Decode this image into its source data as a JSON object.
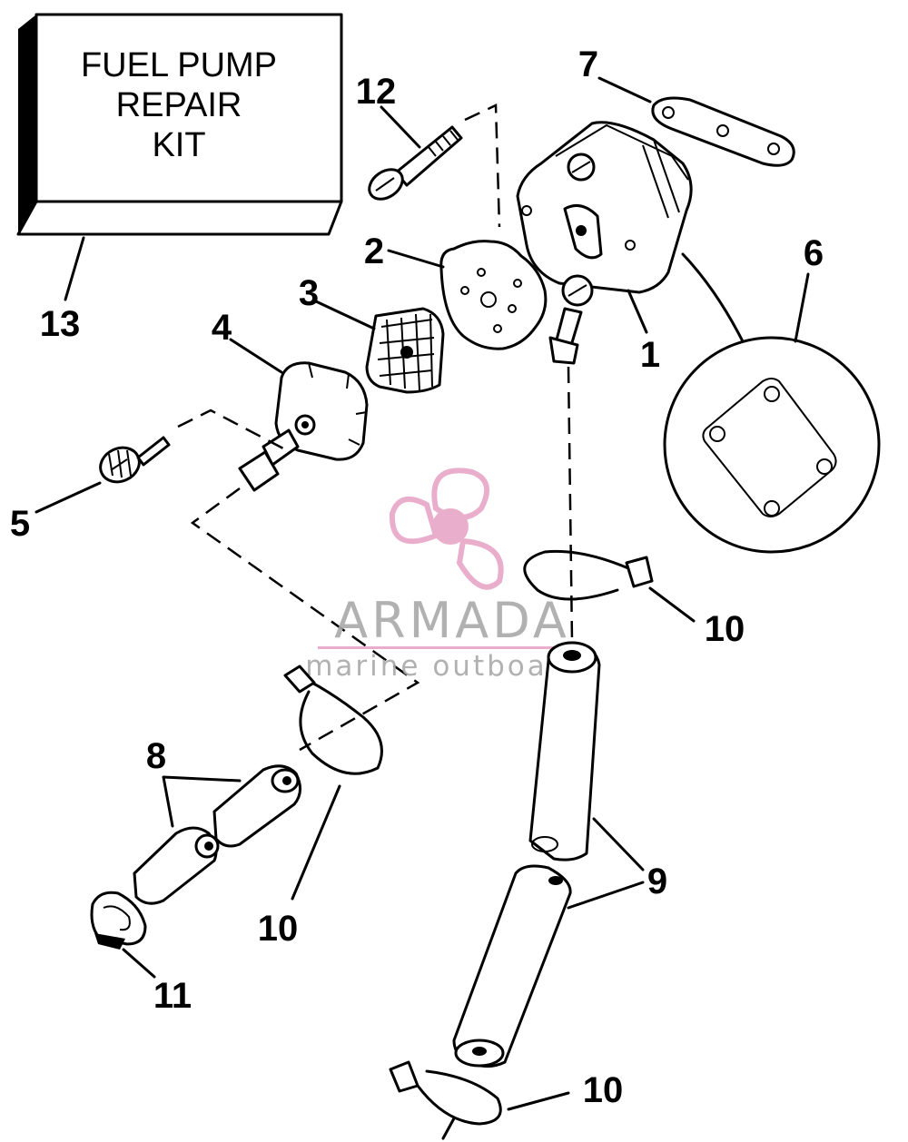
{
  "kit_box": {
    "line1": "FUEL PUMP",
    "line2": "REPAIR",
    "line3": "KIT"
  },
  "labels": {
    "p1": "1",
    "p2": "2",
    "p3": "3",
    "p4": "4",
    "p5": "5",
    "p6": "6",
    "p7": "7",
    "p8": "8",
    "p9": "9",
    "p10a": "10",
    "p10b": "10",
    "p10c": "10",
    "p11": "11",
    "p12": "12",
    "p13": "13"
  },
  "watermark": {
    "brand": "ARMADA",
    "tagline": "marine outboards",
    "color": "#e8a6c8"
  }
}
